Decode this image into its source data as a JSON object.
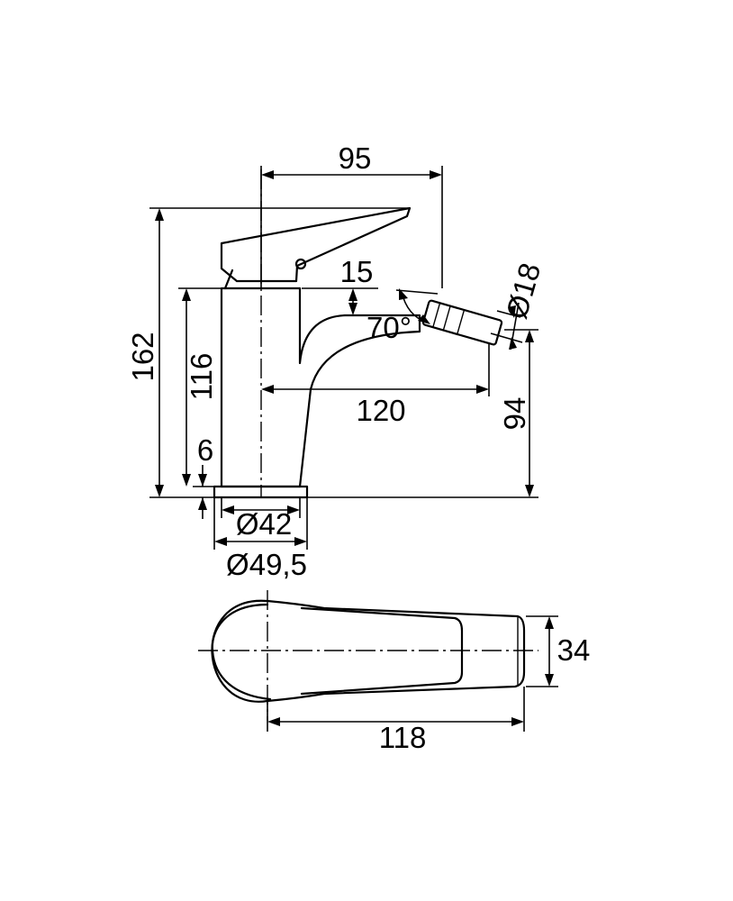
{
  "dimensions": {
    "top_width": "95",
    "total_height": "162",
    "spout_height": "116",
    "base_height": "6",
    "spout_offset": "15",
    "angle": "70°",
    "nozzle_diameter": "Ø18",
    "spout_reach": "120",
    "outlet_height": "94",
    "base_inner_diameter": "Ø42",
    "base_outer_diameter": "Ø49,5",
    "top_view_length": "118",
    "top_view_width": "34"
  }
}
